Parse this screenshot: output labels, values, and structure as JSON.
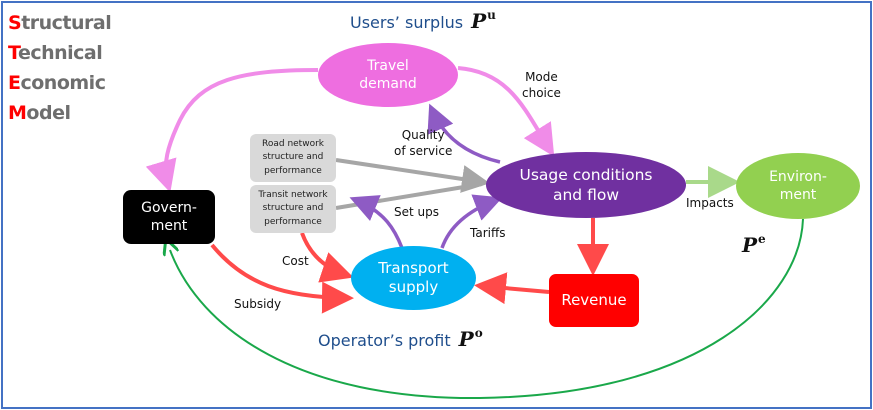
{
  "title": {
    "lines": [
      {
        "initial": "S",
        "rest": "tructural"
      },
      {
        "initial": "T",
        "rest": "echnical"
      },
      {
        "initial": "E",
        "rest": "conomic"
      },
      {
        "initial": "M",
        "rest": "odel"
      }
    ]
  },
  "nodes": {
    "travel_demand": {
      "line1": "Travel",
      "line2": "demand",
      "color": "#ee6ee0"
    },
    "usage_conditions": {
      "line1": "Usage conditions",
      "line2": "and flow",
      "color": "#7030a0"
    },
    "environment": {
      "line1": "Environ-",
      "line2": "ment",
      "color": "#92d050"
    },
    "transport_supply": {
      "line1": "Transport",
      "line2": "supply",
      "color": "#00b0f0"
    },
    "government": {
      "line1": "Govern-",
      "line2": "ment",
      "color": "#000000"
    },
    "revenue": {
      "line1": "Revenue",
      "color": "#ff0000"
    },
    "road_network": {
      "line1": "Road network",
      "line2": "structure and",
      "line3": "performance",
      "color": "#d9d9d9"
    },
    "transit_network": {
      "line1": "Transit network",
      "line2": "structure and",
      "line3": "performance",
      "color": "#d9d9d9"
    }
  },
  "edge_labels": {
    "mode_choice": {
      "line1": "Mode",
      "line2": "choice"
    },
    "quality_of_service": {
      "line1": "Quality",
      "line2": "of service"
    },
    "set_ups": "Set ups",
    "tariffs": "Tariffs",
    "impacts": "Impacts",
    "cost": "Cost",
    "subsidy": "Subsidy"
  },
  "metrics": {
    "users_surplus": {
      "label": "Users’ surplus",
      "symbol": "P",
      "superscript": "u"
    },
    "operators_profit": {
      "label": "Operator’s profit",
      "symbol": "P",
      "superscript": "o"
    },
    "environment": {
      "symbol": "P",
      "superscript": "e"
    }
  },
  "colors": {
    "frame": "#4472c4",
    "pink_edge": "#f08ce8",
    "purple_edge": "#8e5bc4",
    "gray_edge": "#a6a6a6",
    "red_edge": "#ff4a4a",
    "green_edge": "#1aa84a",
    "light_green_edge": "#a9d98a",
    "metric_text": "#1f4e8c",
    "title_initial": "#ff0000",
    "title_text": "#6e6e6e"
  }
}
